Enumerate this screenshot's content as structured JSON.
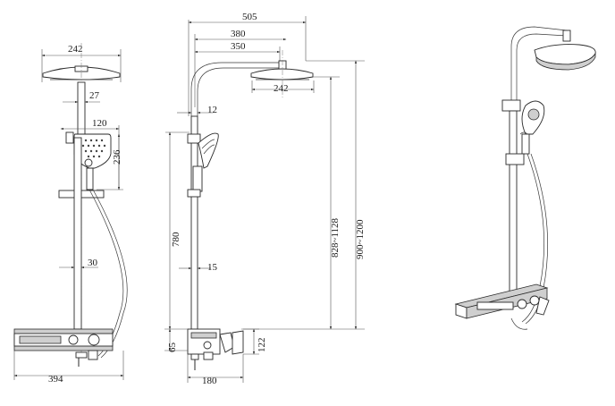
{
  "dimensions": {
    "front_head_width": "242",
    "front_pipe_offset": "27",
    "front_handheld_width": "120",
    "front_handheld_height": "236",
    "front_bar_diameter": "30",
    "front_total_width": "394",
    "side_total_reach": "505",
    "side_arm_reach": "380",
    "side_arm_inner": "350",
    "side_head_width": "242",
    "side_pipe": "12",
    "side_height_780": "780",
    "side_bar": "15",
    "side_spout_65": "65",
    "side_mixer_122": "122",
    "side_mixer_depth": "180",
    "side_height_range_1": "828~1128",
    "side_height_range_2": "900~1200"
  }
}
